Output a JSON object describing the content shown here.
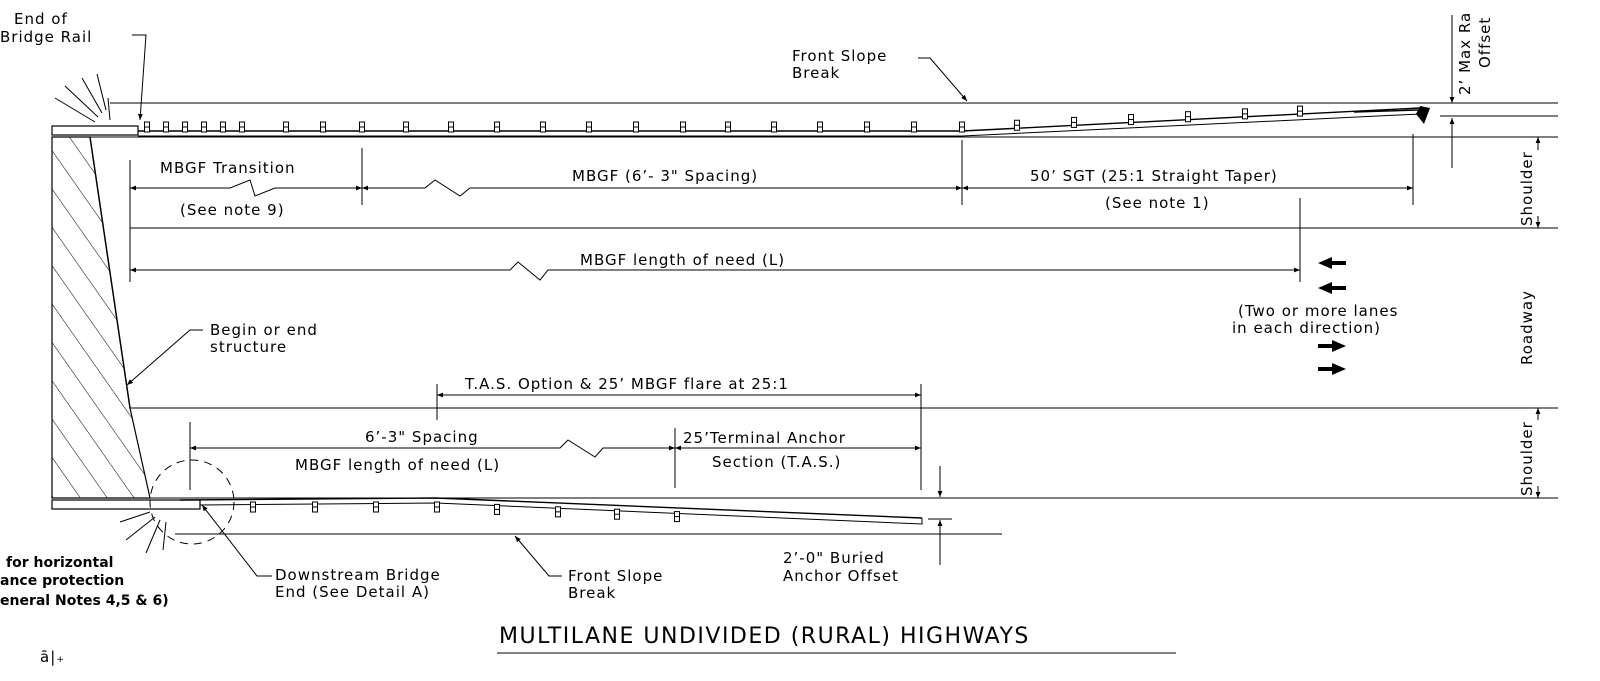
{
  "labels": {
    "end_bridge_rail_1": "End of",
    "end_bridge_rail_2": "Bridge Rail",
    "front_slope_top_1": "Front Slope",
    "front_slope_top_2": "Break",
    "max_rail_offset_1": "2’ Max Ra",
    "max_rail_offset_2": "Offset",
    "mbgf_transition": "MBGF Transition",
    "see_note_9": "(See note 9)",
    "mbgf_spacing": "MBGF (6’- 3\" Spacing)",
    "sgt": "50’ SGT (25:1 Straight Taper)",
    "see_note_1": "(See note 1)",
    "length_of_need_top": "MBGF length of need (L)",
    "begin_end_1": "Begin or end",
    "begin_end_2": "structure",
    "two_lanes_1": "(Two or more lanes",
    "two_lanes_2": "in each direction)",
    "tas_option": "T.A.S. Option & 25’ MBGF flare at 25:1",
    "spacing_bottom": "6’-3\" Spacing",
    "terminal_anchor_1": "25’Terminal Anchor",
    "terminal_anchor_2": "Section (T.A.S.)",
    "length_of_need_bottom": "MBGF length of need (L)",
    "buried_1": "2’-0\" Buried",
    "buried_2": "Anchor Offset",
    "downstream_1": "Downstream Bridge",
    "downstream_2": "End (See Detail A)",
    "front_slope_bot_1": "Front Slope",
    "front_slope_bot_2": "Break",
    "horiz_1": "for horizontal",
    "horiz_2": "ance protection",
    "horiz_3": "eneral Notes 4,5 & 6)",
    "shoulder_top": "Shoulder",
    "roadway": "Roadway",
    "shoulder_bottom": "Shoulder",
    "title": "MULTILANE UNDIVIDED (RURAL) HIGHWAYS",
    "corner_glyph": "ā|₊"
  }
}
